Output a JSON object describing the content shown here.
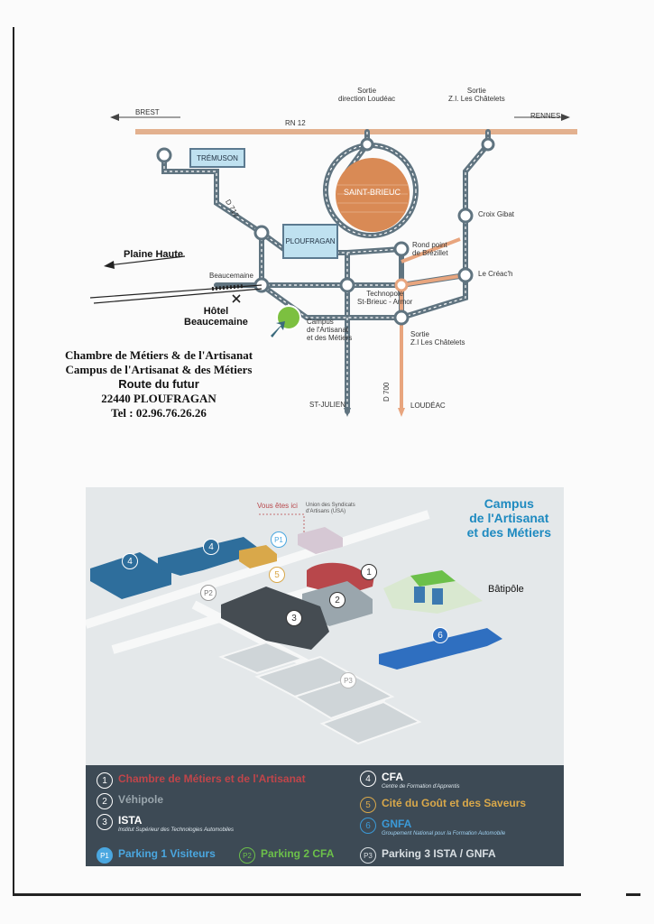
{
  "road_map": {
    "directions": {
      "brest": "BREST",
      "rennes": "RENNES",
      "rn12": "RN 12",
      "sortie_loudeac": "Sortie\ndirection Loudéac",
      "sortie_chatelets": "Sortie\nZ.I. Les Châtelets",
      "d712": "D 712",
      "d700": "D 700",
      "st_julien": "ST-JULIEN",
      "loudeac": "LOUDÉAC",
      "plaine_haute": "Plaine Haute"
    },
    "places": {
      "tremuson": "TRÉMUSON",
      "ploufragan": "PLOUFRAGAN",
      "saint_brieuc": "SAINT-BRIEUC",
      "croix_gibat": "Croix Gibat",
      "brezillet": "Rond point\nde Brézillet",
      "le_creach": "Le Créac'h",
      "technopole": "Technopole\nSt-Brieuc - Armor",
      "sortie_zi": "Sortie\nZ.I Les Châtelets",
      "beaucemaine": "Beaucemaine",
      "hotel": "Hôtel\nBeaucemaine",
      "campus": "Campus\nde l'Artisanat\net des Métiers"
    },
    "colors": {
      "road": "#607480",
      "rn12": "#e3b18f",
      "orange_road": "#e8a57e",
      "town": "#c7e5f2",
      "saint_brieuc": "#d98a55",
      "campus_marker": "#7cc040"
    }
  },
  "address": {
    "line1": "Chambre de Métiers & de l'Artisanat",
    "line2": "Campus de l'Artisanat & des Métiers",
    "line3": "Route du futur",
    "line4": "22440 PLOUFRAGAN",
    "line5": "Tel : 02.96.76.26.26"
  },
  "campus_plan": {
    "title_line1": "Campus",
    "title_line2": "de l'Artisanat",
    "title_line3": "et des Métiers",
    "you_are_here": "Vous êtes ici",
    "union": "Union des Syndicats\nd'Artisans (USA)",
    "batipole": "Bâtipôle",
    "markers": [
      "1",
      "2",
      "3",
      "4",
      "4",
      "5",
      "6"
    ],
    "parkings": [
      "P1",
      "P2",
      "P3"
    ]
  },
  "legend": {
    "items": [
      {
        "num": "1",
        "label": "Chambre de Métiers et de l'Artisanat",
        "sub": "",
        "color": "#c0454a"
      },
      {
        "num": "2",
        "label": "Véhipole",
        "sub": "",
        "color": "#9aa6ad"
      },
      {
        "num": "3",
        "label": "ISTA",
        "sub": "Institut Supérieur des Technologies Automobiles",
        "color": "#ffffff"
      },
      {
        "num": "4",
        "label": "CFA",
        "sub": "Centre de Formation d'Apprentis",
        "color": "#ffffff"
      },
      {
        "num": "5",
        "label": "Cité du Goût et des Saveurs",
        "sub": "",
        "color": "#d9a84a"
      },
      {
        "num": "6",
        "label": "GNFA",
        "sub": "Groupement National pour la Formation Automobile",
        "color": "#3b9ad8"
      }
    ],
    "parking": [
      {
        "num": "P1",
        "label": "Parking 1 Visiteurs",
        "color": "#4aa7e0"
      },
      {
        "num": "P2",
        "label": "Parking 2 CFA",
        "color": "#6cc04a"
      },
      {
        "num": "P3",
        "label": "Parking 3 ISTA / GNFA",
        "color": "#d9dfe3"
      }
    ]
  }
}
